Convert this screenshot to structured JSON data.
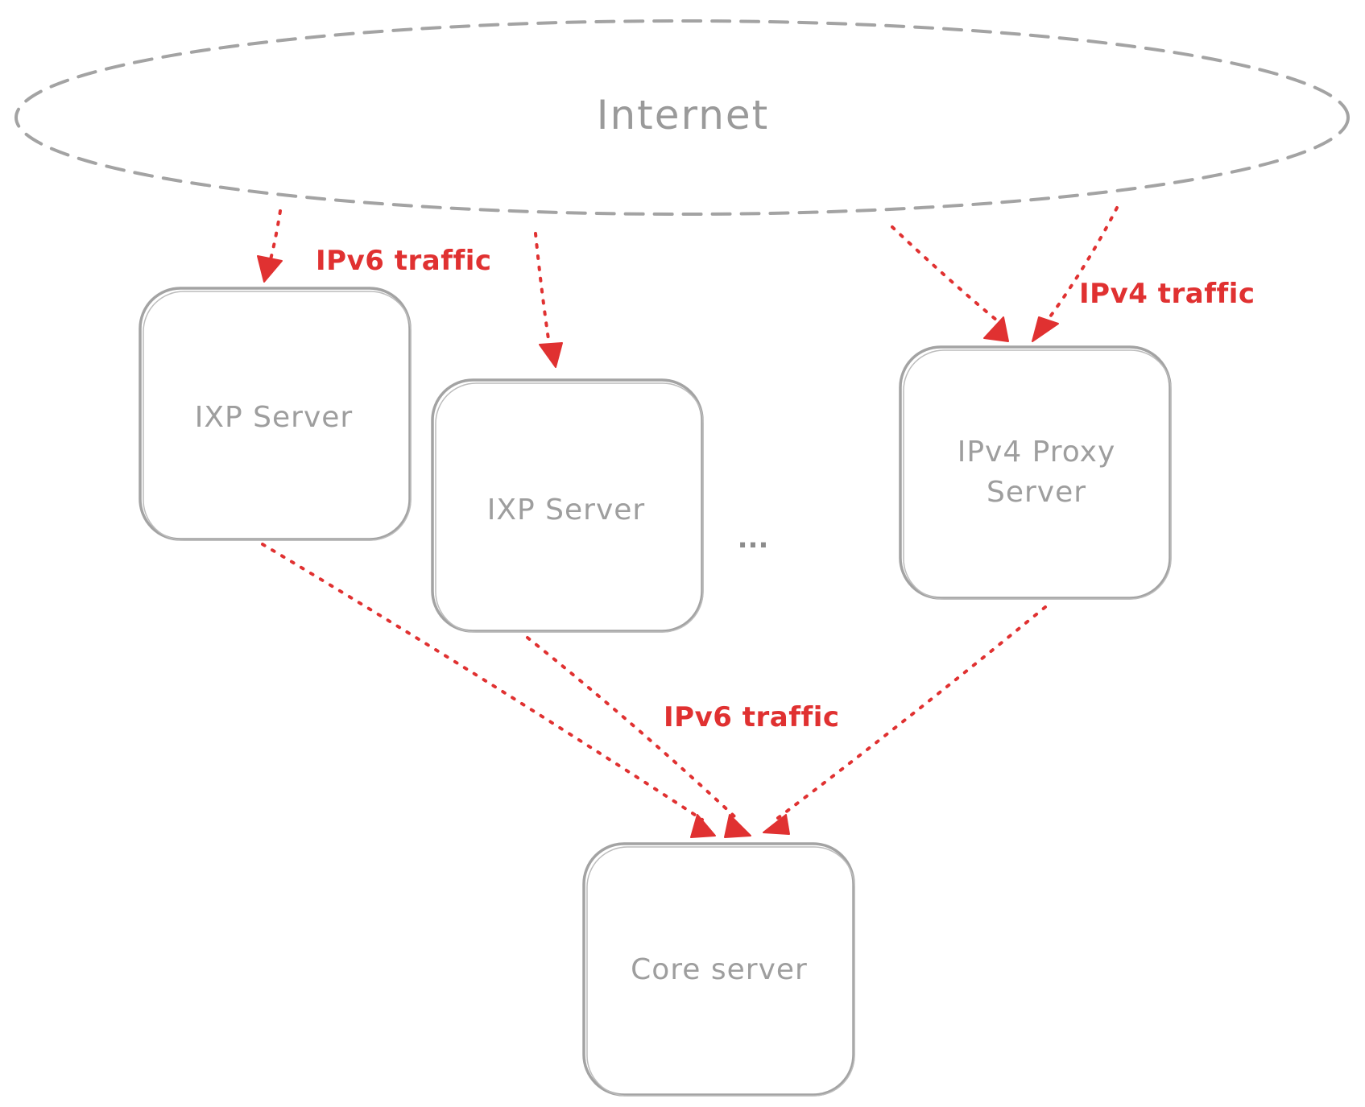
{
  "diagram": {
    "cloud": {
      "label": "Internet"
    },
    "nodes": {
      "ixp1": {
        "label": "IXP Server"
      },
      "ixp2": {
        "label": "IXP Server"
      },
      "proxy": {
        "line1": "IPv4 Proxy",
        "line2": "Server"
      },
      "core": {
        "label": "Core server"
      }
    },
    "ellipsis": "...",
    "edge_labels": {
      "ipv6_top": "IPv6 traffic",
      "ipv4_top": "IPv4 traffic",
      "ipv6_bottom": "IPv6 traffic"
    },
    "edges": [
      {
        "from": "Internet",
        "to": "IXP Server"
      },
      {
        "from": "Internet",
        "to": "IXP Server"
      },
      {
        "from": "Internet",
        "to": "IPv4 Proxy Server"
      },
      {
        "from": "Internet",
        "to": "IPv4 Proxy Server"
      },
      {
        "from": "IXP Server",
        "to": "Core server"
      },
      {
        "from": "IXP Server",
        "to": "Core server"
      },
      {
        "from": "IPv4 Proxy Server",
        "to": "Core server"
      }
    ],
    "colors": {
      "edge": "#e03131",
      "node_stroke": "#a3a3a3",
      "node_text": "#9e9e9e"
    }
  }
}
